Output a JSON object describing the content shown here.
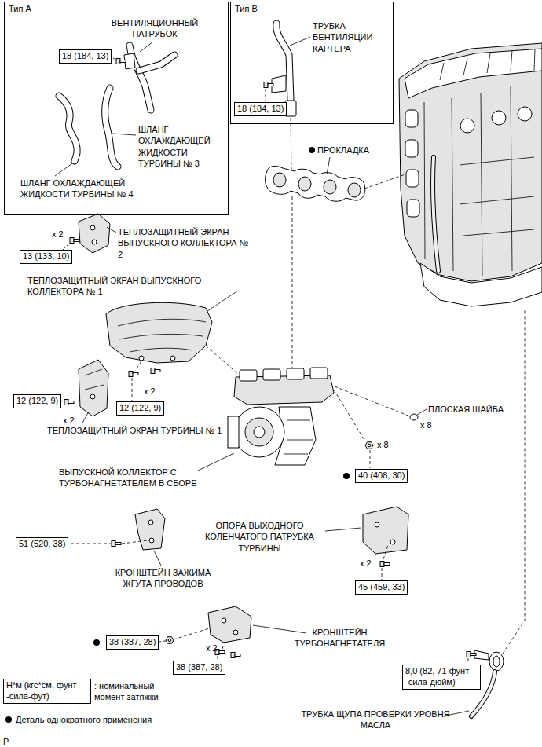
{
  "diagram": {
    "nodes": [
      {
        "text": [
          "Тип А"
        ]
      },
      {
        "text": [
          "18 (184, 13)"
        ],
        "in": 0
      },
      {
        "text": [
          "Тип В"
        ]
      },
      {
        "text": [
          "18 (184, 13)"
        ],
        "in": 2
      },
      {
        "text": [
          "13 (133, 10)"
        ]
      },
      {
        "text": [
          "12 (122, 9)"
        ]
      },
      {
        "text": [
          "12 (122, 9)"
        ]
      },
      {
        "text": [
          "40 (408, 30)"
        ]
      },
      {
        "text": [
          "51 (520, 38)"
        ]
      },
      {
        "text": [
          "45 (459, 33)"
        ]
      },
      {
        "text": [
          "38 (387, 28)"
        ]
      },
      {
        "text": [
          "38 (387, 28)"
        ]
      },
      {
        "text": [
          "8,0 (82, 71 фунт -сила-дюйм)"
        ]
      },
      {
        "text": [
          "Н*м (кгс*см, фунт -сила-фут)"
        ]
      }
    ],
    "labels": [
      "ВЕНТИЛЯЦИОННЫЙ ПАТРУБОК",
      "ШЛАНГ ОХЛАЖДАЮЩЕЙ ЖИДКОСТИ ТУРБИНЫ № 3",
      "ШЛАНГ ОХЛАЖДАЮЩЕЙ ЖИДКОСТИ ТУРБИНЫ № 4",
      "ТРУБКА ВЕНТИЛЯЦИИ КАРТЕРА",
      "ПРОКЛАДКА",
      "x 2",
      "ТЕПЛОЗАЩИТНЫЙ ЭКРАН ВЫПУСКНОГО КОЛЛЕКТОРА № 2",
      "ТЕПЛОЗАЩИТНЫЙ ЭКРАН ВЫПУСКНОГО КОЛЛЕКТОРА № 1",
      "x 2",
      "x 2",
      "ТЕПЛОЗАЩИТНЫЙ ЭКРАН ТУРБИНЫ № 1",
      "ПЛОСКАЯ ШАЙБА",
      "x 8",
      "x 8",
      "ВЫПУСКНОЙ КОЛЛЕКТОР С ТУРБОНАГНЕТАТЕЛЕМ В СБОРЕ",
      "ОПОРА ВЫХОДНОГО КОЛЕНЧАТОГО ПАТРУБКА ТУРБИНЫ",
      "x 2",
      "КРОНШТЕЙН ЗАЖИМА ЖГУТА ПРОВОДОВ",
      "КРОНШТЕЙН ТУРБОНАГНЕТАТЕЛЯ",
      "x 2",
      "ТРУБКА ЩУПА ПРОВЕРКИ УРОВНЯ МАСЛА",
      "P"
    ],
    "legend": [
      {
        "text": ": номинальный момент затяжки"
      },
      {
        "text": "Деталь однократного применения"
      }
    ]
  }
}
